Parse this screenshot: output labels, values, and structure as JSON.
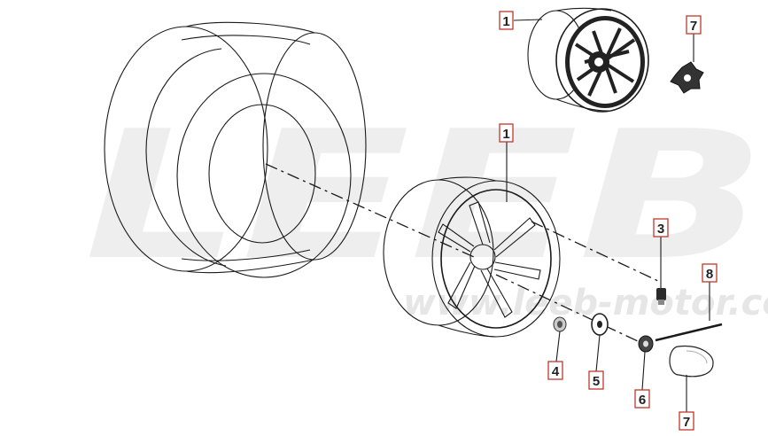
{
  "watermark": {
    "brand": "LEEB",
    "url": "www.leeb-motor.com"
  },
  "labels": [
    "1",
    "7",
    "1",
    "3",
    "8",
    "4",
    "5",
    "6",
    "7"
  ],
  "colors": {
    "label_border": "#c0392b",
    "line": "#1a1a1a",
    "watermark": "#eeeeee"
  }
}
